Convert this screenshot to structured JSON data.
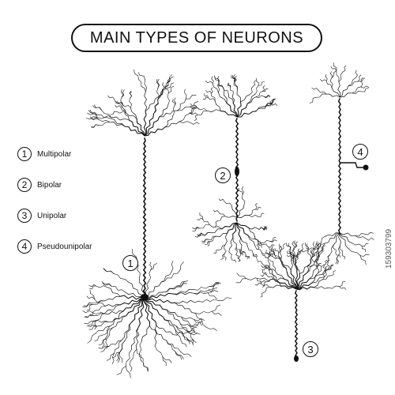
{
  "title": "MAIN TYPES OF NEURONS",
  "legend": [
    {
      "number": "1",
      "label": "Multipolar"
    },
    {
      "number": "2",
      "label": "Bipolar"
    },
    {
      "number": "3",
      "label": "Unipolar"
    },
    {
      "number": "4",
      "label": "Pseudounipolar"
    }
  ],
  "callouts": {
    "multipolar": "1",
    "bipolar": "2",
    "unipolar": "3",
    "pseudounipolar": "4"
  },
  "watermark": "159303799",
  "colors": {
    "ink": "#111111",
    "background": "#ffffff"
  }
}
